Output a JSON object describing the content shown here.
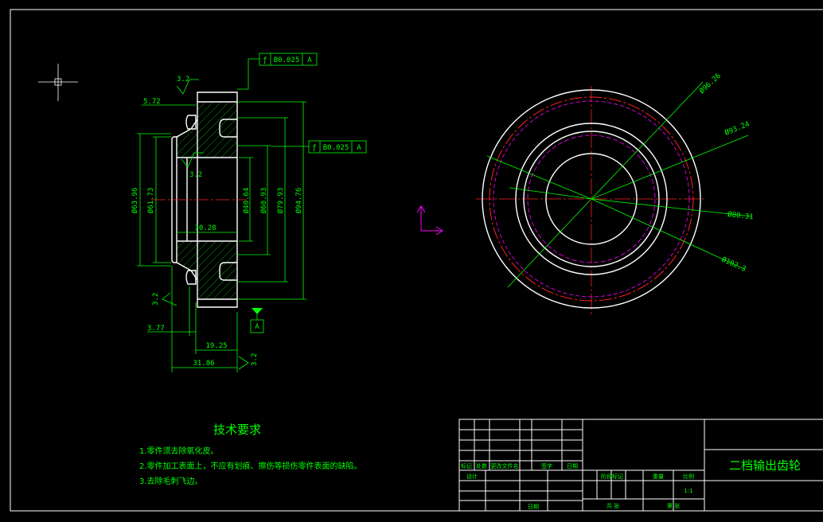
{
  "drawing": {
    "dims": {
      "d_5_72": "5.72",
      "d_63_96": "Ø63.96",
      "d_61_73": "Ø61.73",
      "d_30_28": "30.28",
      "d_40_64": "Ø40.64",
      "d_60_93": "Ø60.93",
      "d_79_93": "Ø79.93",
      "d_94_76": "Ø94.76",
      "d_3_77": "3.77",
      "d_19_25": "19.25",
      "d_31_86": "31.86",
      "c_96_26": "Ø96.26",
      "c_93_24": "Ø93.24",
      "c_80_31": "Ø80.31",
      "c_102_3": "Ø102.3"
    },
    "roughness": {
      "r_top": "3.2",
      "r_mid": "3.2",
      "r_left": "3.2",
      "r_bottom": "3.2"
    },
    "tolerance": {
      "symbol": "ƒ",
      "value": "B0.025",
      "datum": "A"
    }
  },
  "notes": {
    "heading": "技术要求",
    "items": [
      "1.零件须去除氧化皮。",
      "2.零件加工表面上，不应有划痕、擦伤等损伤零件表面的缺陷。",
      "3.去除毛刺飞边。"
    ]
  },
  "title_block": {
    "part_name": "二档输出齿轮",
    "scale": "1:1",
    "labels": {
      "mark": "标记",
      "count": "处数",
      "doc": "更改文件名",
      "sign": "签字",
      "date": "日期",
      "design": "设计",
      "stage_mark": "阶段标记",
      "weight": "重量",
      "scale_label": "比例",
      "sheets_total": "共 张",
      "sheet_no": "第 张",
      "date2": "日期"
    }
  }
}
